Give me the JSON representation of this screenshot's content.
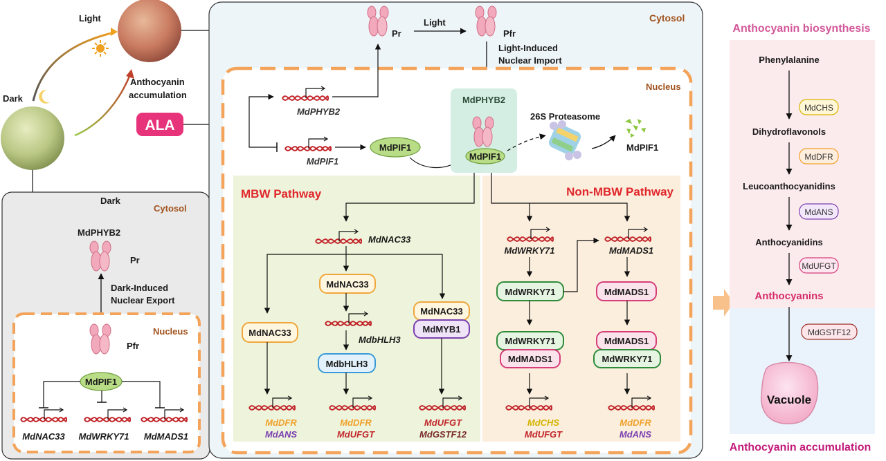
{
  "left_panel": {
    "light_label": "Light",
    "dark_label": "Dark",
    "accumulation_label": [
      "Anthocyanin",
      "accumulation"
    ],
    "ala_label": "ALA",
    "dark_box": {
      "title": "Dark",
      "cytosol": "Cytosol",
      "protein": "MdPHYB2",
      "pr": "Pr",
      "export_label": [
        "Dark-Induced",
        "Nuclear Export"
      ],
      "nucleus": "Nucleus",
      "pfr": "Pfr",
      "pif": "MdPIF1",
      "genes": [
        "MdNAC33",
        "MdWRKY71",
        "MdMADS1"
      ]
    }
  },
  "center_panel": {
    "cytosol": "Cytosol",
    "pr": "Pr",
    "light": "Light",
    "pfr": "Pfr",
    "import_label": [
      "Light-Induced",
      "Nuclear Import"
    ],
    "nucleus": "Nucleus",
    "gene_phyb2": "MdPHYB2",
    "gene_pif1": "MdPIF1",
    "pif1_protein": "MdPIF1",
    "complex_label": "MdPHYB2",
    "complex_pif": "MdPIF1",
    "proteasome": "26S Proteasome",
    "degraded": "MdPIF1",
    "mbw": {
      "title": "MBW Pathway",
      "gene_nac33": "MdNAC33",
      "col1_protein": "MdNAC33",
      "col1_targets": [
        "MdDFR",
        "MdANS"
      ],
      "col2_protein": "MdNAC33",
      "col2_gene": "MdbHLH3",
      "col2_protein2": "MdbHLH3",
      "col2_targets": [
        "MdDFR",
        "MdUFGT"
      ],
      "col3_protein_a": "MdNAC33",
      "col3_protein_b": "MdMYB1",
      "col3_targets": [
        "MdUFGT",
        "MdGSTF12"
      ]
    },
    "nonmbw": {
      "title": "Non-MBW Pathway",
      "gene_wrky": "MdWRKY71",
      "gene_mads": "MdMADS1",
      "wrky_protein": "MdWRKY71",
      "mads_protein": "MdMADS1",
      "col1_complex": [
        "MdWRKY71",
        "MdMADS1"
      ],
      "col1_targets": [
        "MdCHS",
        "MdUFGT"
      ],
      "col2_complex": [
        "MdMADS1",
        "MdWRKY71"
      ],
      "col2_targets": [
        "MdDFR",
        "MdANS"
      ]
    }
  },
  "right_panel": {
    "title": "Anthocyanin biosynthesis",
    "steps": [
      "Phenylalanine",
      "Dihydroflavonols",
      "Leucoanthocyanidins",
      "Anthocyanidins",
      "Anthocyanins"
    ],
    "enzymes": [
      "MdCHS",
      "MdDFR",
      "MdANS",
      "MdUFGT",
      "MdGSTF12"
    ],
    "vacuole": "Vacuole",
    "footer": "Anthocyanin accumulation"
  },
  "colors": {
    "nucleus_dash": "#f3a45a",
    "mbw_bg": "#eef4dc",
    "nonmbw_bg": "#fbeedd",
    "pathway_title": "#e0262a",
    "pif_green": "#b9dc86",
    "nac_orange": "#f0a63c",
    "wrky_green": "#2e8b3a",
    "mads_pink": "#d63d79",
    "bhlh_blue": "#3a9ad9",
    "myb_purple": "#7a3fb0",
    "ala_magenta": "#e6337a",
    "biosynth_title": "#d3589a"
  }
}
